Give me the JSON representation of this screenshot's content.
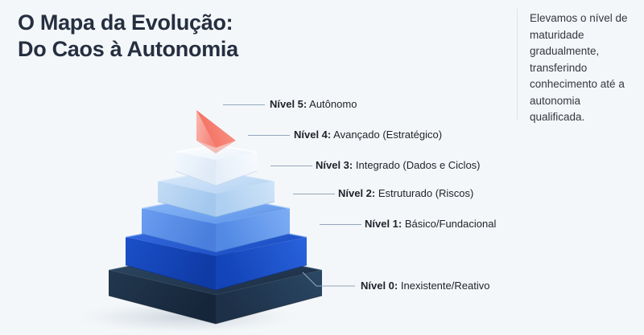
{
  "title": {
    "line1": "O Mapa da Evolução:",
    "line2": "Do Caos à Autonomia",
    "color": "#252f40"
  },
  "sidebar": {
    "paragraph": "Elevamos o nível de maturidade gradualmente, transferindo conhecimento até a autonomia qualificada."
  },
  "canvas": {
    "background_color": "#f4f7f9",
    "divider_color": "#dfe4e9",
    "leader_line_color": "#93a7bb"
  },
  "chart_data": {
    "type": "pyramid",
    "title": "O Mapa da Evolução: Do Caos à Autonomia",
    "orientation": "ascending-maturity",
    "tier_count": 6,
    "levels": [
      {
        "level": 5,
        "level_label": "Nível 5:",
        "name": "Autônomo",
        "color": "#f4786a",
        "tier_index": 5
      },
      {
        "level": 4,
        "level_label": "Nível 4:",
        "name": "Avançado (Estratégico)",
        "color": "#eaf2fb",
        "tier_index": 4
      },
      {
        "level": 3,
        "level_label": "Nível 3:",
        "name": "Integrado (Dados e Ciclos)",
        "color": "#b9d5f2",
        "tier_index": 3
      },
      {
        "level": 2,
        "level_label": "Nível 2:",
        "name": "Estruturado (Riscos)",
        "color": "#5b94e8",
        "tier_index": 2
      },
      {
        "level": 1,
        "level_label": "Nível 1:",
        "name": "Básico/Fundacional",
        "color": "#1149c4",
        "tier_index": 1
      },
      {
        "level": 0,
        "level_label": "Nível 0:",
        "name": "Inexistente/Reativo",
        "color": "#1e3350",
        "tier_index": 0
      }
    ]
  }
}
